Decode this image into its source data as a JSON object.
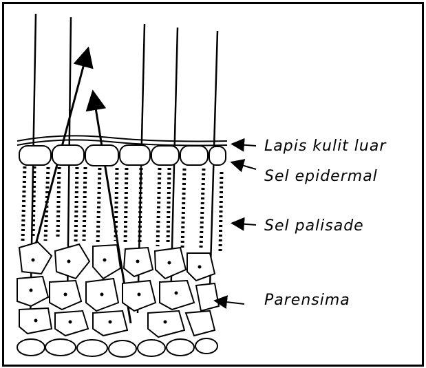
{
  "diagram": {
    "labels": {
      "outer_layer": "Lapis kulit luar",
      "epidermal": "Sel epidermal",
      "palisade": "Sel palisade",
      "parenchyma": "Parensima"
    },
    "colors": {
      "ink": "#000000",
      "background": "#ffffff"
    }
  }
}
